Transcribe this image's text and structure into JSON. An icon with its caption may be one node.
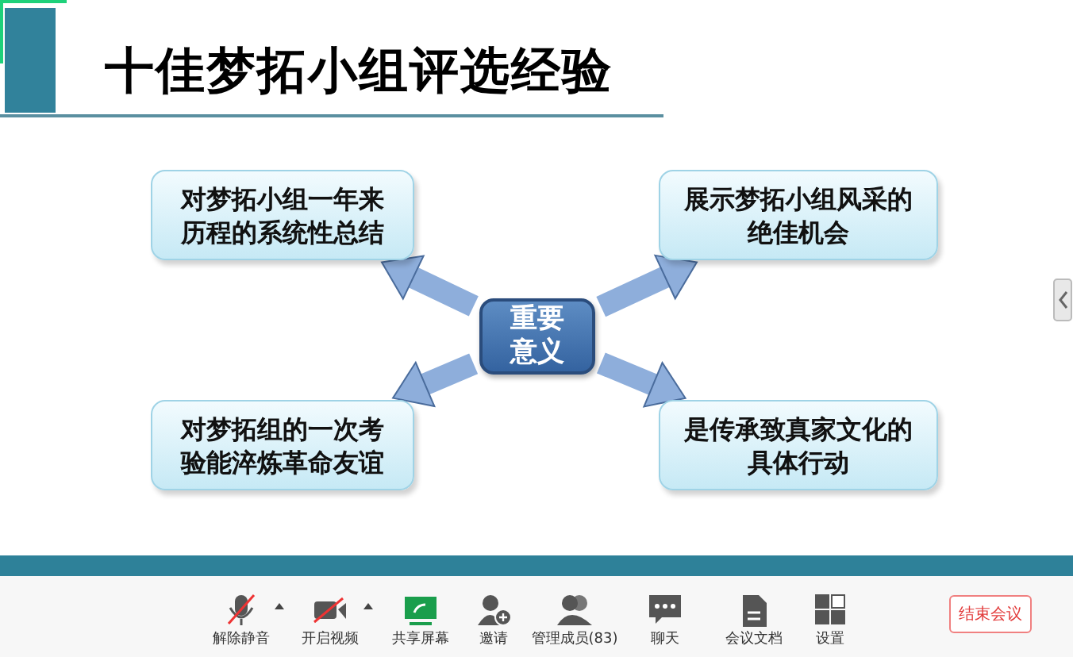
{
  "diagram": {
    "title": "十佳梦拓小组评选经验",
    "nodes": [
      {
        "text": [
          "对梦拓小组一年来历程的系统性总结"
        ]
      },
      {
        "text": [
          "展示梦拓小组风采的绝佳机会"
        ]
      },
      {
        "text": [
          "重要意义"
        ]
      },
      {
        "text": [
          "对梦拓组的一次考验能淬炼革命友谊"
        ]
      },
      {
        "text": [
          "是传承致真家文化的具体行动"
        ]
      }
    ],
    "edges": [
      {
        "from": 2,
        "to": 0,
        "arrow": "to"
      },
      {
        "from": 2,
        "to": 1,
        "arrow": "to"
      },
      {
        "from": 2,
        "to": 3,
        "arrow": "to"
      },
      {
        "from": 2,
        "to": 4,
        "arrow": "to"
      }
    ],
    "labels": [
      "解除静音",
      "开启视频",
      "共享屏幕",
      "邀请",
      "管理成员(83)",
      "聊天",
      "会议文档",
      "设置",
      "结束会议"
    ]
  }
}
